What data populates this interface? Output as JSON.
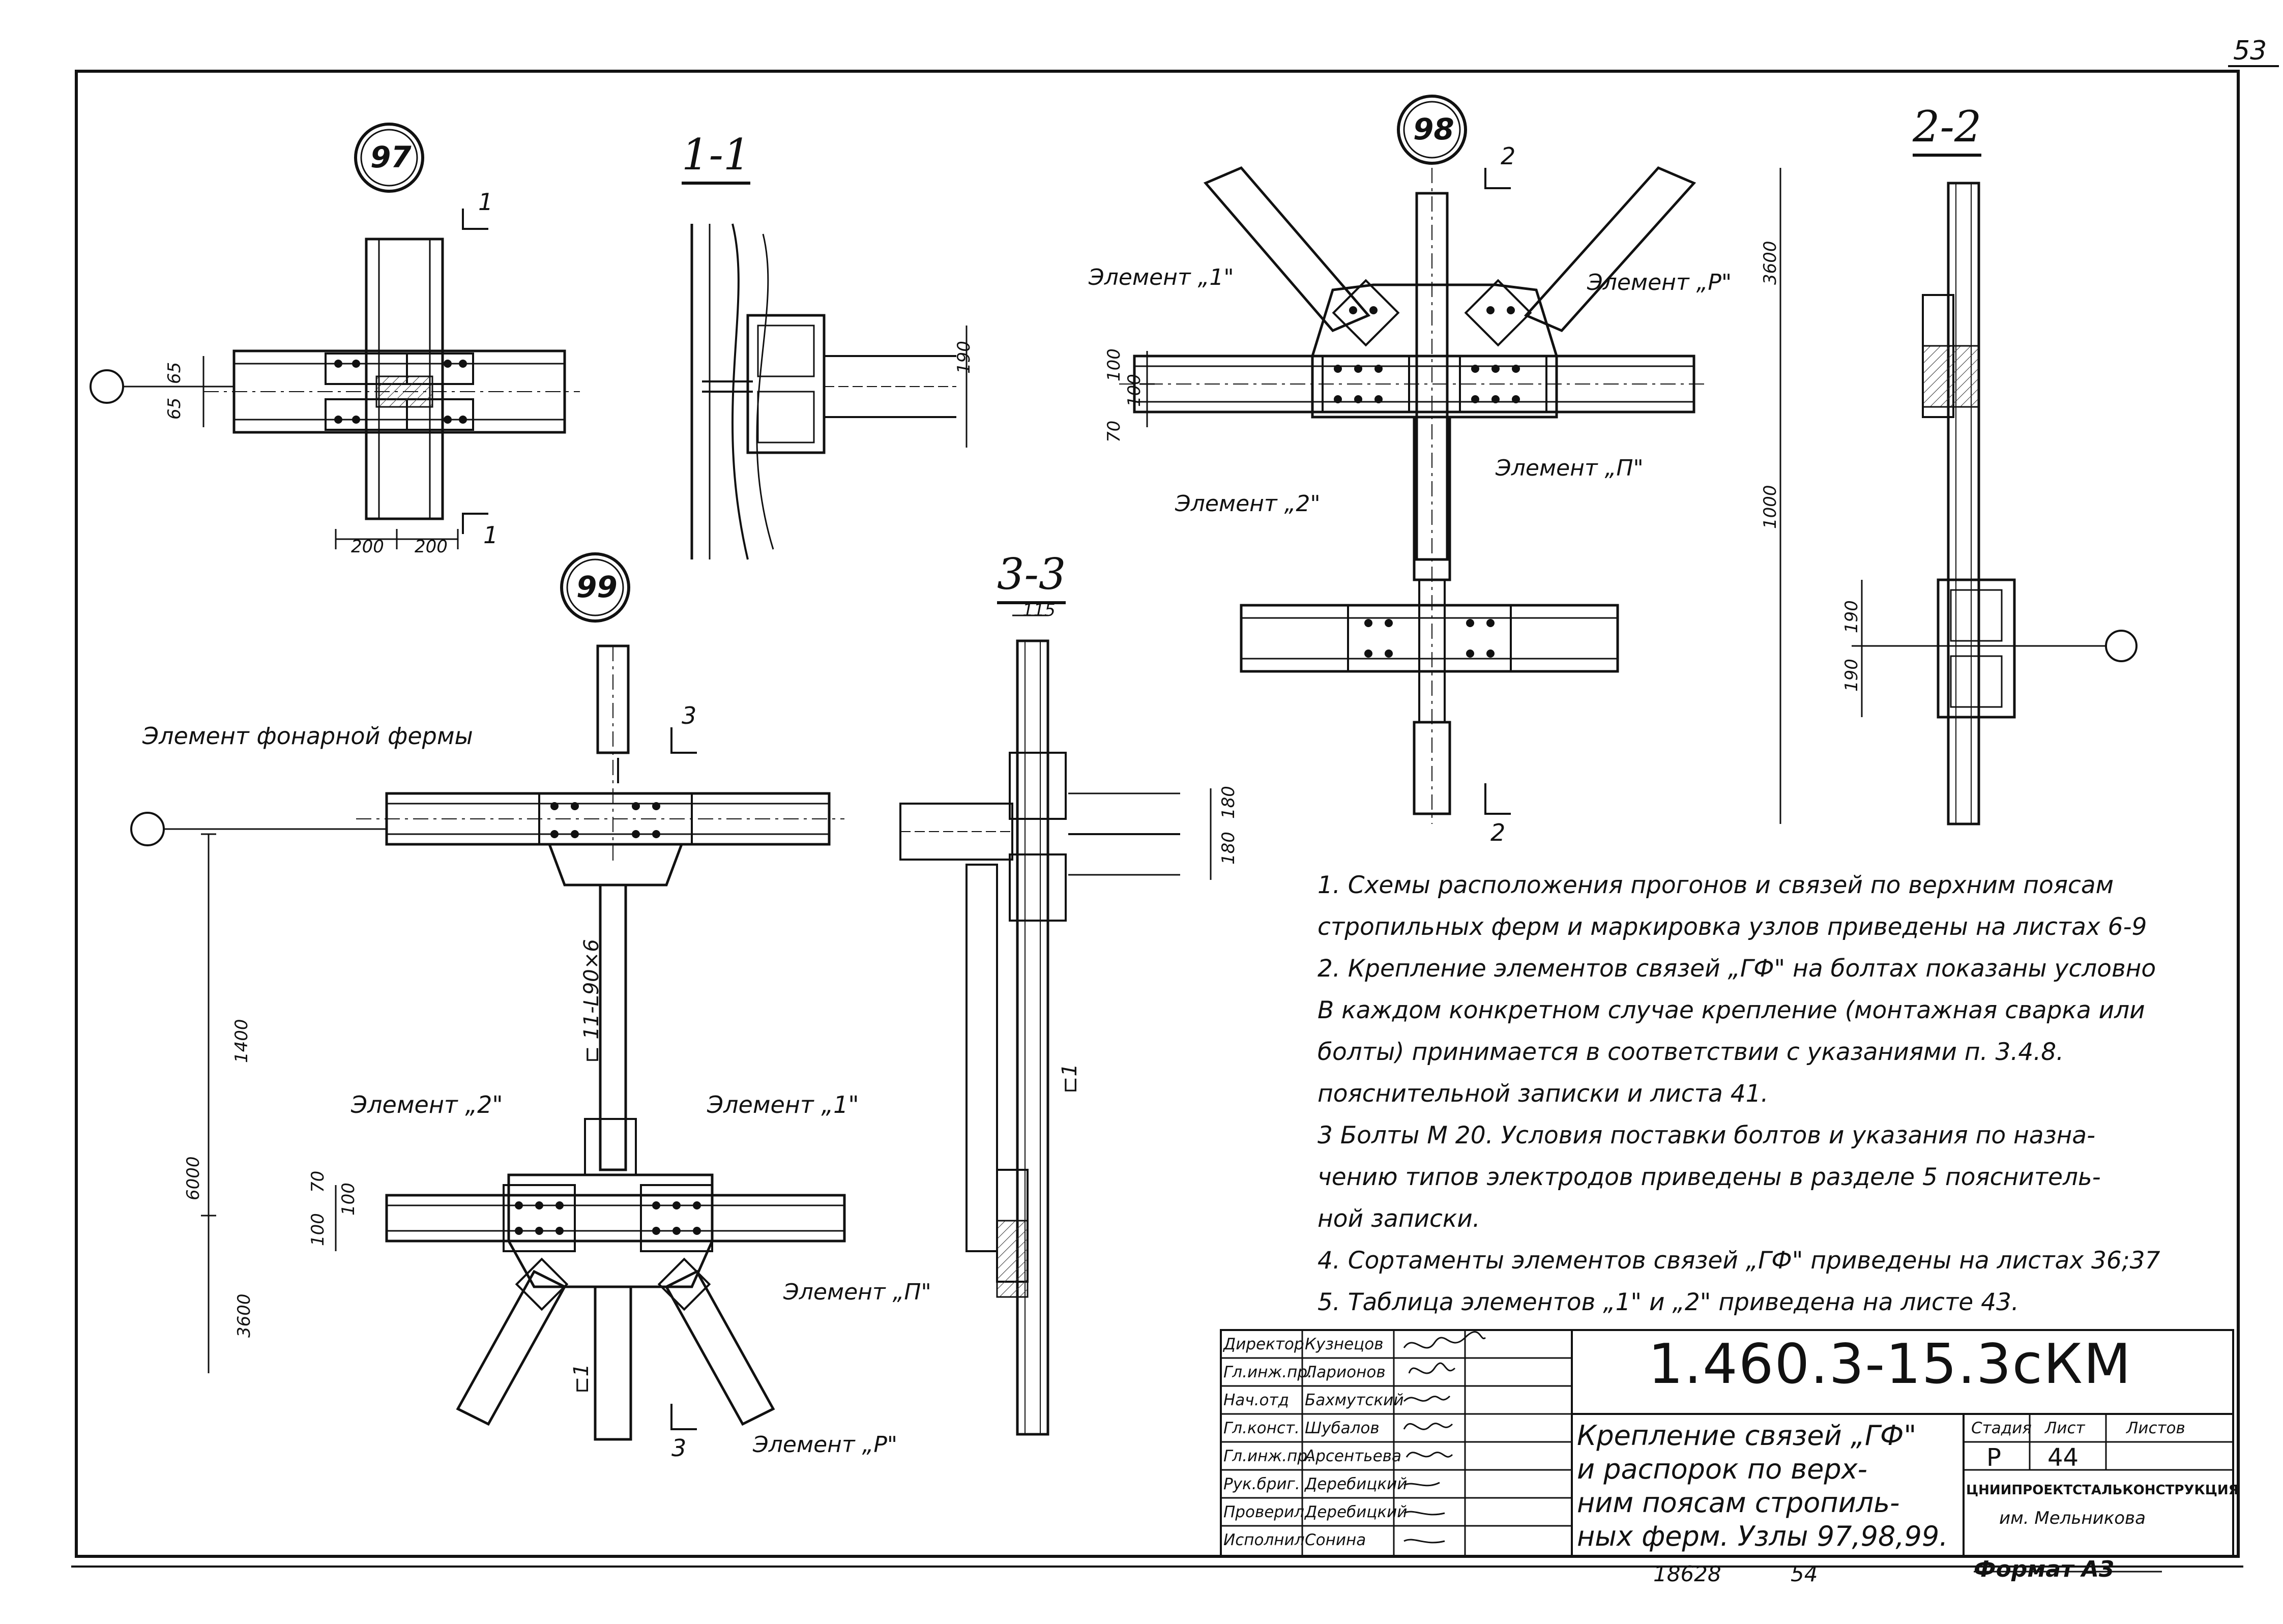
{
  "page_number": "53",
  "nodes": {
    "n97": "97",
    "n98": "98",
    "n99": "99"
  },
  "sections": {
    "s11": "1-1",
    "s22": "2-2",
    "s33": "3-3"
  },
  "cut_marks": {
    "one": "1",
    "two": "2",
    "three": "3"
  },
  "labels": {
    "elem_1_top": "Элемент „1\"",
    "elem_2_top": "Элемент „2\"",
    "elem_r_top": "Элемент „Р\"",
    "elem_p_top": "Элемент „П\"",
    "lantern": "Элемент    фонарной    фермы",
    "elem_2_bot": "Элемент „2\"",
    "elem_1_bot": "Элемент „1\"",
    "elem_p_bot": "Элемент „П\"",
    "elem_r_bot": "Элемент „Р\"",
    "profile_main": "⊏ 11-L90×6",
    "profile_u1": "⊏1",
    "profile_u1_right": "⊏1"
  },
  "dims": {
    "d65a": "65",
    "d65b": "65",
    "d200a": "200",
    "d200b": "200",
    "d190_11": "190",
    "d100a": "100",
    "d100b": "100",
    "d70a": "70",
    "d3600_top": "3600",
    "d1000": "1000",
    "d190a": "190",
    "d190b": "190",
    "d115": "115",
    "d180a": "180",
    "d180b": "180",
    "d1400": "1400",
    "d6000": "6000",
    "d70b": "70",
    "d100c": "100",
    "d100d": "100",
    "d3600_bot": "3600"
  },
  "notes": [
    "1. Схемы    расположения    прогонов  и связей  по верхним поясам",
    "стропильных    ферм  и  маркировка  узлов  приведены  на листах 6-9",
    "2. Крепление    элементов   связей „ГФ\"  на болтах  показаны  условно",
    "В  каждом     конкретном  случае  крепление (монтажная   сварка  или",
    "болты)  принимается   в  соответствии  с указаниями   п. 3.4.8.",
    "пояснительной   записки  и  листа 41.",
    "3  Болты   М 20.   Условия    поставки  болтов  и указания   по назна-",
    "чению      типов    электродов  приведены   в разделе 5 пояснитель-",
    "ной     записки.",
    "4. Сортаменты    элементов связей „ГФ\" приведены  на   листах 36;37",
    "5. Таблица   элементов „1\" и „2\"  приведена     на листе 43."
  ],
  "stamp": {
    "roles": [
      "Директор",
      "Гл.инж.пр.",
      "Нач.отд",
      "Гл.конст.",
      "Гл.инж.пр.",
      "Рук.бриг.",
      "Проверил",
      "Исполнил"
    ],
    "names": [
      "Кузнецов",
      "Ларионов",
      "Бахмутский",
      "Шубалов",
      "Арсентьева",
      "Деребицкий",
      "Деребицкий",
      "Сонина"
    ],
    "document_code": "1.460.3-15.3сКМ",
    "title_lines": [
      "Крепление  связей „ГФ\"",
      "и распорок  по верх-",
      "ним  поясам  стропиль-",
      "ных  ферм. Узлы 97,98,99."
    ],
    "stage_label": "Стадия",
    "sheet_label": "Лист",
    "sheets_label": "Листов",
    "stage": "Р",
    "sheet": "44",
    "org": "ЦНИИПРОЕКТСТАЛЬКОНСТРУКЦИЯ",
    "org_sub": "им. Мельникова"
  },
  "footer": {
    "inv": "18628",
    "num": "54",
    "format": "Формат А3"
  }
}
